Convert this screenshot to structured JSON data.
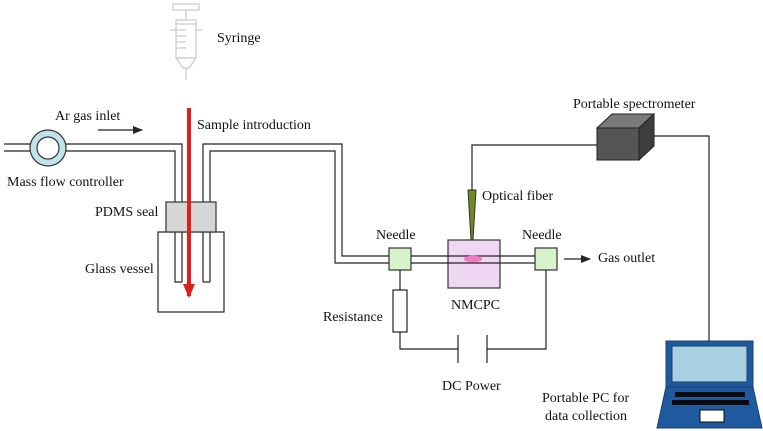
{
  "labels": {
    "syringe": "Syringe",
    "ar_gas_inlet": "Ar gas inlet",
    "sample_introduction": "Sample introduction",
    "mass_flow_controller": "Mass flow controller",
    "pdms_seal": "PDMS seal",
    "glass_vessel": "Glass vessel",
    "portable_spectrometer": "Portable spectrometer",
    "optical_fiber": "Optical fiber",
    "needle_left": "Needle",
    "needle_right": "Needle",
    "gas_outlet": "Gas outlet",
    "resistance": "Resistance",
    "nmcpc": "NMCPC",
    "dc_power": "DC Power",
    "portable_pc_line1": "Portable PC for",
    "portable_pc_line2": "data collection"
  },
  "colors": {
    "line": "#222222",
    "sample_arrow": "#e0201a",
    "flow_controller_ring": "#bfe3e8",
    "pdms_seal": "#d6d6d6",
    "needle_box": "#d8f2cc",
    "nmcpc_cell": "#efd6f3",
    "plasma": "#f07ac0",
    "optical_fiber": "#6b8a22",
    "spectrometer": "#555555",
    "laptop_screen": "#a9d0e0",
    "laptop_body": "#1f5a9e"
  },
  "icons": {
    "syringe": "syringe-icon",
    "laptop": "laptop-icon",
    "spectrometer": "spectrometer-box-icon"
  }
}
